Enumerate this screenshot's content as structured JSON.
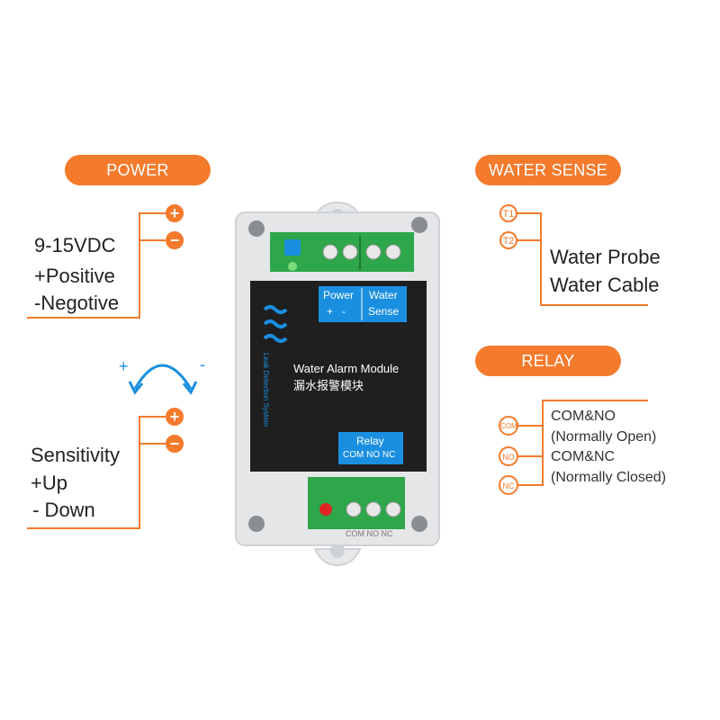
{
  "power": {
    "label": "POWER",
    "plus": "+",
    "minus": "−",
    "lines": [
      "9-15VDC",
      "+Positive",
      "-Negotive"
    ]
  },
  "sensitivity": {
    "plus": "+",
    "minus": "−",
    "arrow_plus": "+",
    "arrow_minus": "-",
    "lines": [
      "Sensitivity",
      "+Up",
      " - Down"
    ]
  },
  "water_sense": {
    "label": "WATER SENSE",
    "t1": "T1",
    "t2": "T2",
    "lines": [
      "Water Probe",
      "Water Cable"
    ]
  },
  "relay": {
    "label": "RELAY",
    "com": "COM",
    "no": "NO",
    "nc": "NC",
    "lines": [
      "COM&NO",
      "(Normally Open)",
      "COM&NC",
      "(Normally Closed)"
    ]
  },
  "module": {
    "title_en": "Water Alarm Module",
    "title_cn": "漏水报警模块",
    "brand": "Leak Detection System",
    "power_label": "Power",
    "power_pins": "+   -",
    "water_label": "Water",
    "sense_label": "Sense",
    "relay_label": "Relay",
    "relay_pins": "COM NO NC",
    "terminal_pins": "COM NO NC"
  },
  "colors": {
    "accent": "#f47a2c",
    "panel": "#1f1f1f",
    "label_blue": "#1a8fe0",
    "terminal_green": "#2ea64a",
    "case": "#e4e6e8"
  }
}
